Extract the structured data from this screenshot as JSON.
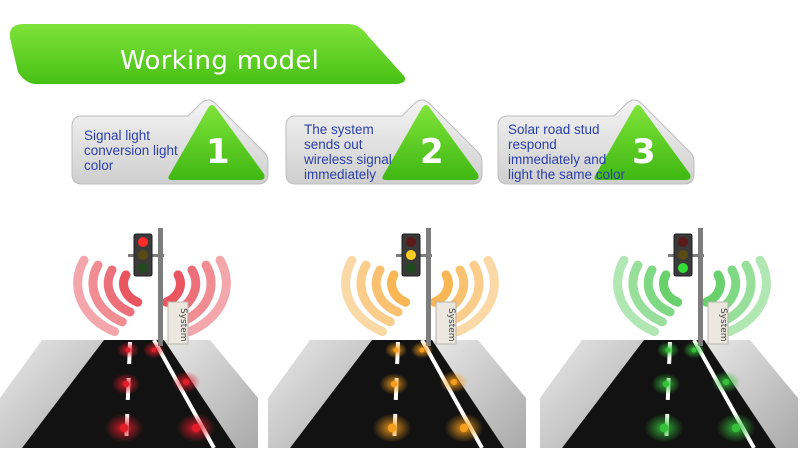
{
  "header": {
    "title": "Working model"
  },
  "steps": [
    {
      "number": "1",
      "text": "Signal light\nconversion light\ncolor"
    },
    {
      "number": "2",
      "text": "The system\nsends out\nwireless signal\nimmediately"
    },
    {
      "number": "3",
      "text": "Solar road stud\nrespond\nimmediately and\nlight the same color"
    }
  ],
  "scenes": [
    {
      "box_label": "System",
      "active_light": "red",
      "color": "#e11d2a"
    },
    {
      "box_label": "System",
      "active_light": "yellow",
      "color": "#f59d1c"
    },
    {
      "box_label": "System",
      "active_light": "green",
      "color": "#35c13a"
    }
  ],
  "colors": {
    "accent_green": "#5fd21c",
    "text_blue": "#2a3fa8",
    "panel_gray": "#d8d8d8"
  }
}
